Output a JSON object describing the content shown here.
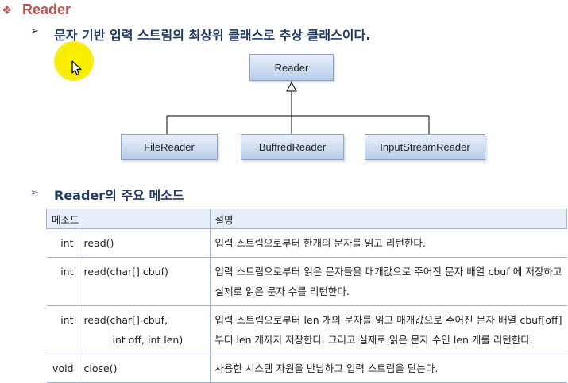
{
  "heading": {
    "bullet": "❖",
    "title": "Reader"
  },
  "intro": {
    "bullet": "➢",
    "text": "문자 기반 입력 스트림의 최상위 클래스로 추상 클래스이다."
  },
  "diagram": {
    "parent": "Reader",
    "children": [
      "FileReader",
      "BuffredReader",
      "InputStreamReader"
    ]
  },
  "methods_section": {
    "bullet": "➢",
    "title": "Reader의 주요 메소드"
  },
  "table": {
    "headers": [
      "메소드",
      "설명"
    ],
    "rows": [
      {
        "ret": "int",
        "sig": "read()",
        "sig2": "",
        "desc": "입력 스트림으로부터 한개의 문자를 읽고 리턴한다."
      },
      {
        "ret": "int",
        "sig": "read(char[] cbuf)",
        "sig2": "",
        "desc": "입력 스트림으로부터 읽은 문자들을 매개값으로 주어진 문자 배열 cbuf 에 저장하고 실제로 읽은 문자 수를 리턴한다."
      },
      {
        "ret": "int",
        "sig": "read(char[] cbuf,",
        "sig2": "int off, int len)",
        "desc": "입력 스트림으로부터 len 개의 문자를 읽고 매개값으로 주어진 문자 배열 cbuf[off] 부터 len 개까지 저장한다. 그리고 실제로 읽은 문자 수인 len 개를 리턴한다."
      },
      {
        "ret": "void",
        "sig": "close()",
        "sig2": "",
        "desc": "사용한 시스템 자원을 반납하고 입력 스트림을 닫는다."
      }
    ]
  },
  "colors": {
    "title": "#c0504d",
    "subheading": "#1f3864",
    "box_top": "#e9f0fb",
    "box_bottom": "#b9cdea",
    "table_header": "#e6edf6",
    "cursor_highlight": "#fff200"
  },
  "icons": {
    "cursor": "mouse-pointer-icon"
  }
}
